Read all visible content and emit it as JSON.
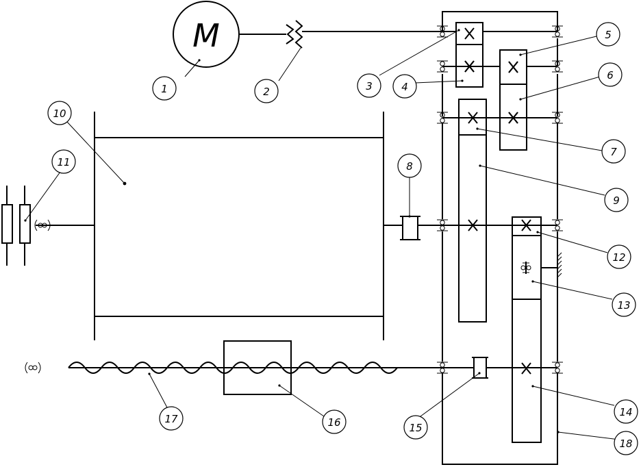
{
  "motor": {
    "letter": "M"
  },
  "callouts": [
    {
      "id": "c1",
      "label": "1"
    },
    {
      "id": "c2",
      "label": "2"
    },
    {
      "id": "c3",
      "label": "3"
    },
    {
      "id": "c4",
      "label": "4"
    },
    {
      "id": "c5",
      "label": "5"
    },
    {
      "id": "c6",
      "label": "6"
    },
    {
      "id": "c7",
      "label": "7"
    },
    {
      "id": "c8",
      "label": "8"
    },
    {
      "id": "c9",
      "label": "9"
    },
    {
      "id": "c10",
      "label": "10"
    },
    {
      "id": "c11",
      "label": "11"
    },
    {
      "id": "c12",
      "label": "12"
    },
    {
      "id": "c13",
      "label": "13"
    },
    {
      "id": "c14",
      "label": "14"
    },
    {
      "id": "c15",
      "label": "15"
    },
    {
      "id": "c16",
      "label": "16"
    },
    {
      "id": "c17",
      "label": "17"
    },
    {
      "id": "c18",
      "label": "18"
    }
  ]
}
